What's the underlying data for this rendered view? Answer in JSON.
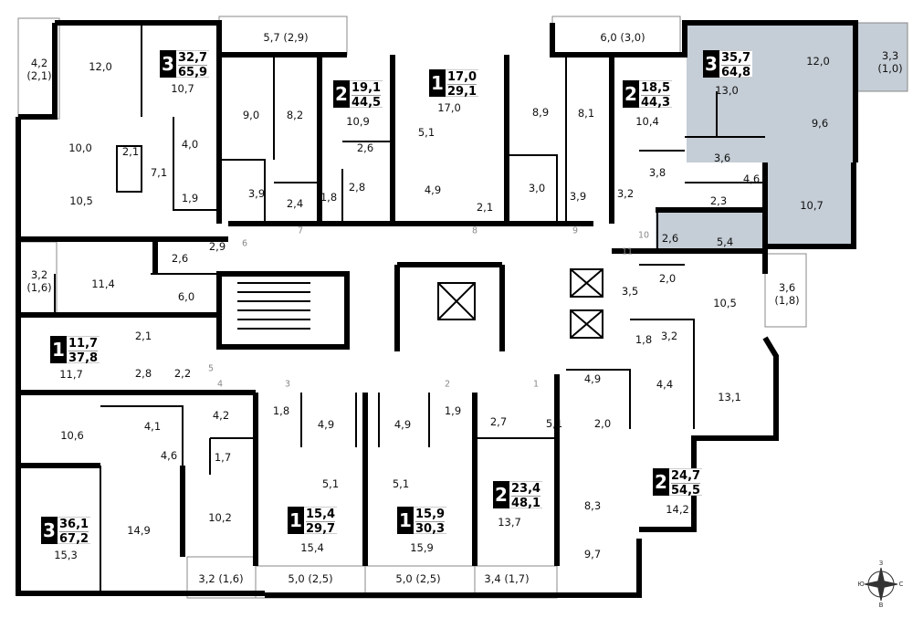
{
  "colors": {
    "wall": "#000000",
    "highlight": "#c5cdd6",
    "door_label": "#888888"
  },
  "apartments": [
    {
      "rooms": "3",
      "living": "32,7",
      "total": "65,9"
    },
    {
      "rooms": "2",
      "living": "19,1",
      "total": "44,5"
    },
    {
      "rooms": "1",
      "living": "17,0",
      "total": "29,1"
    },
    {
      "rooms": "2",
      "living": "18,5",
      "total": "44,3"
    },
    {
      "rooms": "3",
      "living": "35,7",
      "total": "64,8",
      "highlighted": true
    },
    {
      "rooms": "1",
      "living": "11,7",
      "total": "37,8"
    },
    {
      "rooms": "3",
      "living": "36,1",
      "total": "67,2"
    },
    {
      "rooms": "1",
      "living": "15,4",
      "total": "29,7"
    },
    {
      "rooms": "1",
      "living": "15,9",
      "total": "30,3"
    },
    {
      "rooms": "2",
      "living": "23,4",
      "total": "48,1"
    },
    {
      "rooms": "2",
      "living": "24,7",
      "total": "54,5"
    }
  ],
  "rooms": [
    "4,2\n(2,1)",
    "12,0",
    "10,7",
    "10,0",
    "2,1",
    "7,1",
    "10,5",
    "4,0",
    "1,9",
    "5,7 (2,9)",
    "9,0",
    "8,2",
    "3,9",
    "2,4",
    "1,8",
    "2,8",
    "10,9",
    "2,6",
    "2,9",
    "2,6",
    "17,0",
    "5,1",
    "4,9",
    "2,1",
    "6,0 (3,0)",
    "8,9",
    "8,1",
    "3,0",
    "3,9",
    "10,4",
    "3,8",
    "3,2",
    "13,0",
    "12,0",
    "3,3\n(1,0)",
    "9,6",
    "3,6",
    "4,6",
    "2,3",
    "10,7",
    "2,6",
    "5,4",
    "2,0",
    "3,5",
    "10,5",
    "3,6\n(1,8)",
    "3,2",
    "1,8",
    "13,1",
    "4,4",
    "4,9",
    "5,1",
    "2,0",
    "2,7",
    "8,3",
    "9,7",
    "13,7",
    "14,2",
    "3,2\n(1,6)",
    "11,4",
    "6,0",
    "2,1",
    "11,7",
    "2,8",
    "2,2",
    "10,6",
    "4,1",
    "4,6",
    "4,2",
    "1,7",
    "15,3",
    "14,9",
    "10,2",
    "3,2 (1,6)",
    "1,8",
    "4,9",
    "4,9",
    "1,9",
    "5,1",
    "5,1",
    "15,4",
    "15,9",
    "5,0 (2,5)",
    "5,0 (2,5)",
    "3,4 (1,7)"
  ],
  "doors": [
    "1",
    "2",
    "3",
    "4",
    "5",
    "6",
    "7",
    "8",
    "9",
    "10",
    "11"
  ],
  "compass": {
    "n": "З",
    "w": "Ю",
    "e": "С",
    "s": "В"
  }
}
